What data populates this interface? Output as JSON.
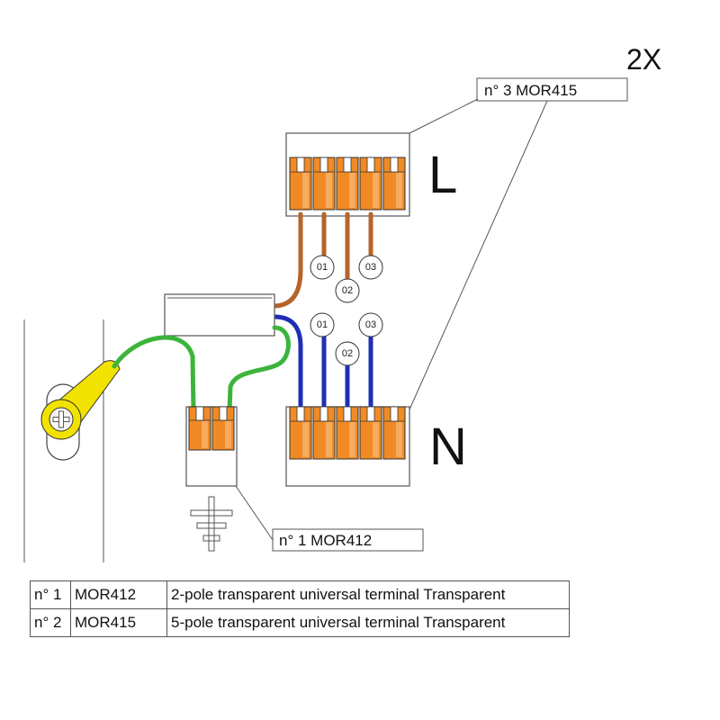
{
  "multiplier": "2X",
  "labels": {
    "top_callout": "n° 3 MOR415",
    "bottom_callout": "n° 1 MOR412"
  },
  "terminals": {
    "live": {
      "letter": "L",
      "wires": [
        "01",
        "02",
        "03"
      ]
    },
    "neutral": {
      "letter": "N",
      "wires": [
        "01",
        "02",
        "03"
      ]
    }
  },
  "table": {
    "rows": [
      {
        "number": "n° 1",
        "code": "MOR412",
        "description": "2-pole transparent universal terminal Transparent"
      },
      {
        "number": "n° 2",
        "code": "MOR415",
        "description": "5-pole transparent universal terminal Transparent"
      }
    ]
  },
  "colors": {
    "live_wire": "#b5652a",
    "neutral_wire": "#1f2fb5",
    "earth_wire": "#3cb43c",
    "clamp": "#f08a24",
    "ring_terminal": "#f2e200"
  },
  "icons": {
    "earth": "earth-ground-icon",
    "ring_terminal": "ring-terminal-icon"
  }
}
